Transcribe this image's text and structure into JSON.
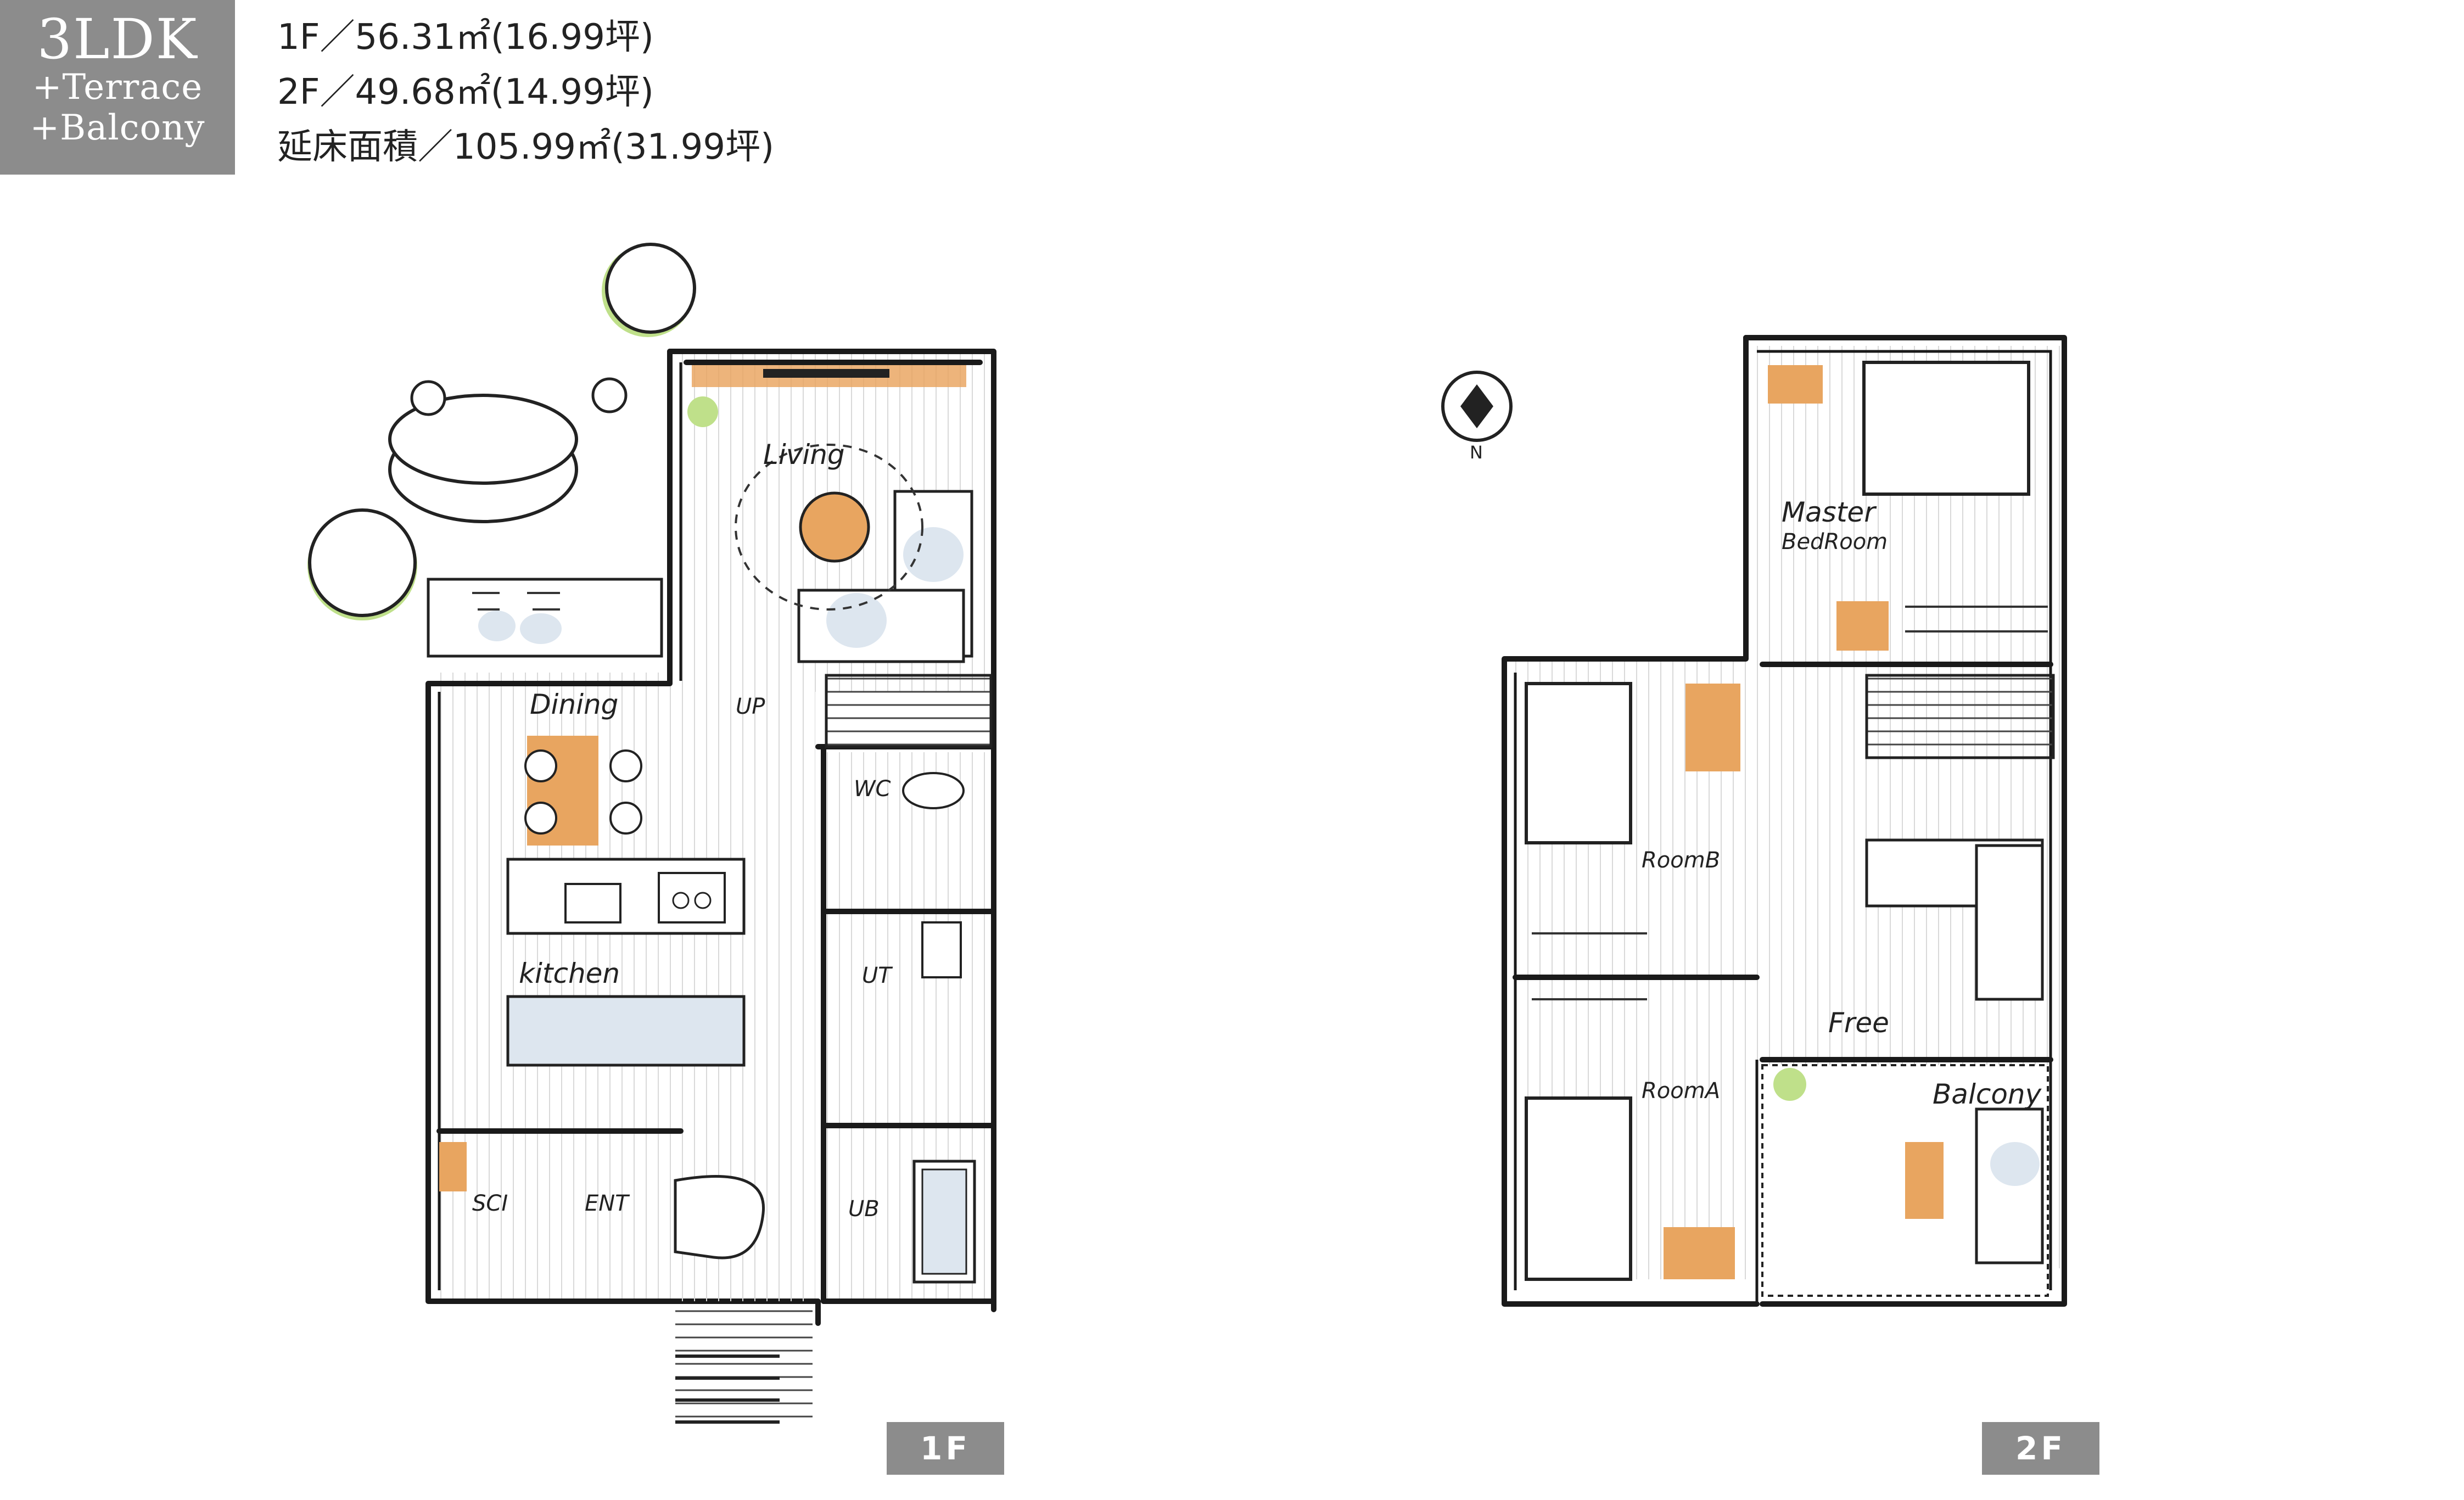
{
  "header": {
    "plan_type": "3LDK",
    "options": [
      "+Terrace",
      "+Balcony"
    ],
    "areas": [
      "1F／56.31㎡(16.99坪)",
      "2F／49.68㎡(14.99坪)",
      "延床面積／105.99㎡(31.99坪)"
    ]
  },
  "floor_1": {
    "tag": "1F",
    "rooms": {
      "living": "Living",
      "dining": "Dining",
      "kitchen": "kitchen",
      "up": "UP",
      "wc": "WC",
      "ut": "UT",
      "ub": "UB",
      "sci": "SCI",
      "ent": "ENT"
    }
  },
  "floor_2": {
    "tag": "2F",
    "rooms": {
      "master": "Master",
      "bedroom": "BedRoom",
      "room_b": "RoomB",
      "room_a": "RoomA",
      "free": "Free",
      "balcony": "Balcony"
    }
  },
  "compass": {
    "label": "N"
  },
  "colors": {
    "badge": "#8c8c8c",
    "wood": "#e9a15a",
    "wall": "#1a1a1a",
    "shade": "#dde6ef",
    "green": "#bfe08a"
  }
}
